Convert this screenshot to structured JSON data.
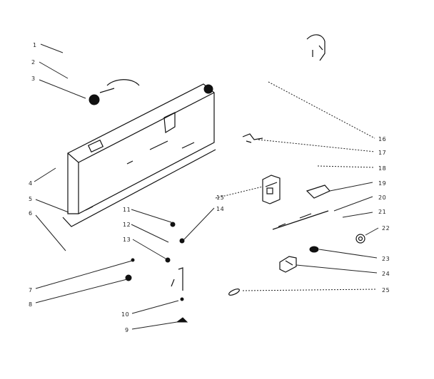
{
  "diagram": {
    "callouts": [
      "1",
      "2",
      "3",
      "4",
      "5",
      "6",
      "7",
      "8",
      "9",
      "10",
      "11",
      "12",
      "13",
      "14",
      "15",
      "16",
      "17",
      "18",
      "19",
      "20",
      "21",
      "22",
      "23",
      "24",
      "25"
    ],
    "colors": {
      "ink": "#222222",
      "background": "#ffffff"
    }
  }
}
